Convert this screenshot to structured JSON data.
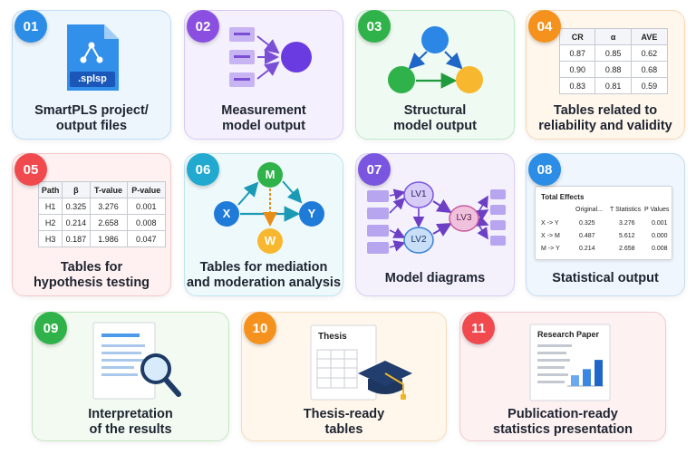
{
  "colors": {
    "blue": "#2b8de6",
    "purple": "#8a4fe0",
    "green": "#2fb24a",
    "orange": "#f5921e",
    "red": "#f04a4f",
    "teal": "#21a9cf",
    "indigo": "#7a55df"
  },
  "cards": [
    {
      "number": "01",
      "title": "SmartPLS project/\noutput files",
      "icon": "file-icon",
      "file_ext": ".splsp"
    },
    {
      "number": "02",
      "title": "Measurement\nmodel output",
      "icon": "measurement-diagram-icon"
    },
    {
      "number": "03",
      "title": "Structural\nmodel output",
      "icon": "structural-diagram-icon"
    },
    {
      "number": "04",
      "title": "Tables related to\nreliability and validity",
      "icon": "table-icon"
    },
    {
      "number": "05",
      "title": "Tables for\nhypothesis testing",
      "icon": "table-icon"
    },
    {
      "number": "06",
      "title": "Tables for mediation\nand moderation analysis",
      "icon": "mediation-diagram-icon"
    },
    {
      "number": "07",
      "title": "Model diagrams",
      "icon": "path-model-icon"
    },
    {
      "number": "08",
      "title": "Statistical output",
      "icon": "output-table-icon"
    },
    {
      "number": "09",
      "title": "Interpretation\nof the results",
      "icon": "magnifier-icon"
    },
    {
      "number": "10",
      "title": "Thesis-ready\ntables",
      "icon": "graduation-cap-icon"
    },
    {
      "number": "11",
      "title": "Publication-ready\nstatistics presentation",
      "icon": "bar-chart-icon"
    }
  ],
  "reliability_table": {
    "headers": [
      "CR",
      "α",
      "AVE"
    ],
    "rows": [
      [
        "0.87",
        "0.85",
        "0.62"
      ],
      [
        "0.90",
        "0.88",
        "0.68"
      ],
      [
        "0.83",
        "0.81",
        "0.59"
      ]
    ]
  },
  "hypothesis_table": {
    "headers": [
      "Path",
      "β",
      "T-value",
      "P-value"
    ],
    "rows": [
      [
        "H1",
        "0.325",
        "3.276",
        "0.001"
      ],
      [
        "H2",
        "0.214",
        "2.658",
        "0.008"
      ],
      [
        "H3",
        "0.187",
        "1.986",
        "0.047"
      ]
    ]
  },
  "mediation": {
    "x": "X",
    "m": "M",
    "y": "Y",
    "w": "W"
  },
  "model": {
    "lv1": "LV1",
    "lv2": "LV2",
    "lv3": "LV3"
  },
  "total_effects": {
    "title": "Total Effects",
    "headers": [
      "Original...",
      "T Statistics",
      "P Values"
    ],
    "rows": [
      [
        "X -> Y",
        "0.325",
        "3.276",
        "0.001"
      ],
      [
        "X -> M",
        "0.487",
        "5.612",
        "0.000"
      ],
      [
        "M -> Y",
        "0.214",
        "2.658",
        "0.008"
      ]
    ]
  },
  "thesis_label": "Thesis",
  "paper_label": "Research Paper",
  "paper_bars": [
    0.35,
    0.55,
    0.85
  ]
}
